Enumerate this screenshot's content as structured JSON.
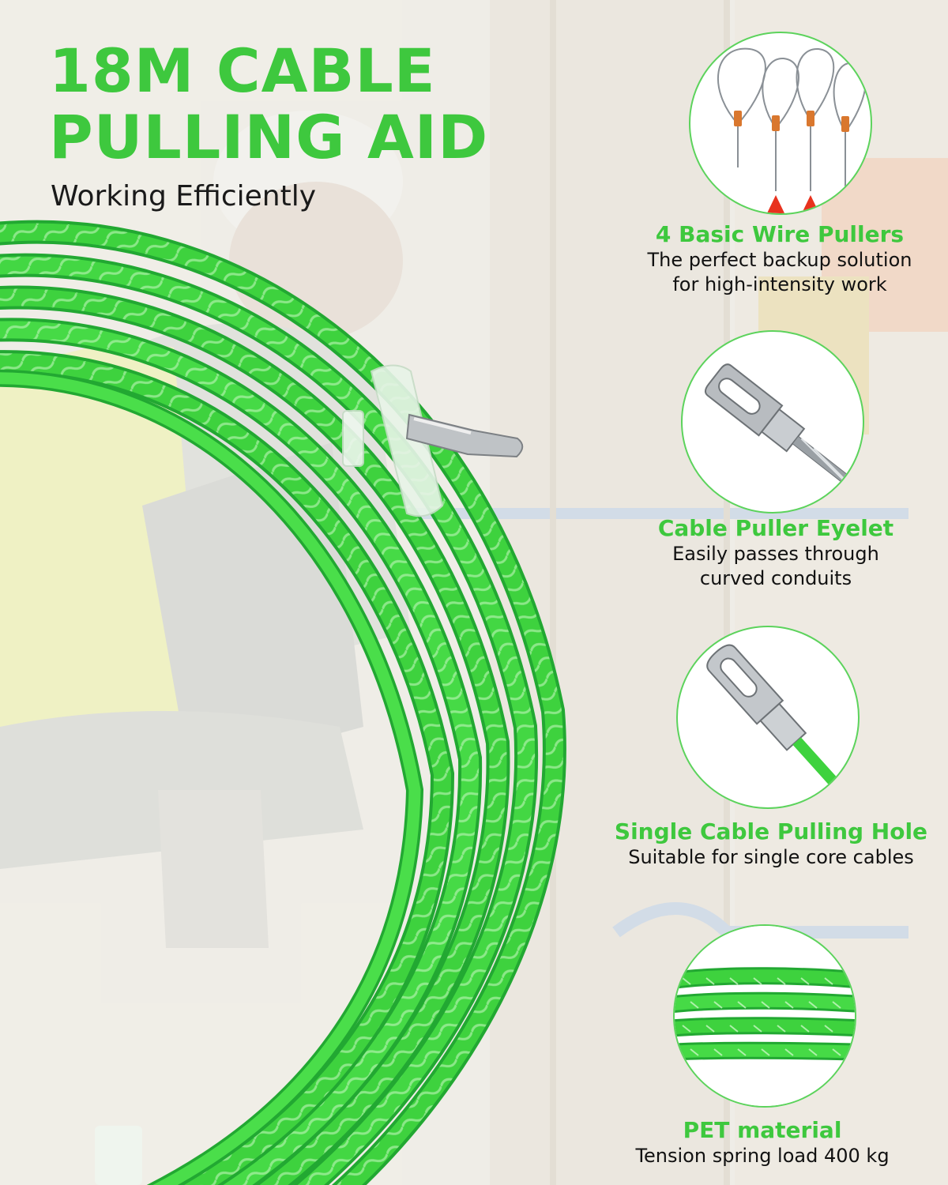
{
  "headline": {
    "line1": "18M CABLE",
    "line2": "PULLING AID",
    "subtitle": "Working Efficiently"
  },
  "colors": {
    "accent": "#3ec83e",
    "cable": "#3ed23e",
    "cable_dark": "#22a832",
    "text": "#111111"
  },
  "features": [
    {
      "icon": "wire-pullers-icon",
      "title": "4 Basic Wire Pullers",
      "desc_lines": [
        "The perfect backup solution",
        "for high-intensity work"
      ]
    },
    {
      "icon": "puller-eyelet-icon",
      "title": "Cable Puller Eyelet",
      "desc_lines": [
        "Easily passes through",
        "curved conduits"
      ]
    },
    {
      "icon": "pulling-hole-icon",
      "title": "Single Cable Pulling Hole",
      "desc_lines": [
        "Suitable for single core cables"
      ]
    },
    {
      "icon": "pet-material-icon",
      "title": "PET material",
      "desc_lines": [
        "Tension spring load 400 kg"
      ]
    }
  ]
}
